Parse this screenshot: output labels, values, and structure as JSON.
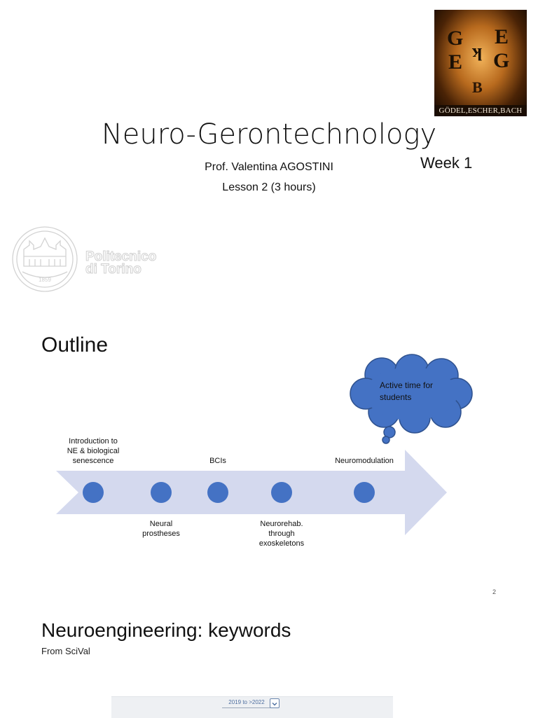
{
  "slide1": {
    "cover": {
      "glyphs": [
        "G",
        "E",
        "E",
        "G",
        "B"
      ],
      "caption": "GÖDEL,ESCHER,BACH"
    },
    "title": "Neuro-Gerontechnology",
    "professor": "Prof. Valentina AGOSTINI",
    "lesson": "Lesson 2 (3 hours)",
    "week": "Week 1",
    "logo": {
      "name_line1": "Politecnico",
      "name_line2": "di Torino",
      "year": "1859"
    }
  },
  "slide2": {
    "heading": "Outline",
    "cloud_text": "Active time for students",
    "milestones_above": [
      {
        "lines": [
          "Introduction to",
          "NE & biological",
          "senescence"
        ]
      },
      {
        "lines": [
          "BCIs"
        ]
      },
      {
        "lines": [
          "Neuromodulation"
        ]
      }
    ],
    "milestones_below": [
      {
        "lines": [
          "Neural",
          "prostheses"
        ]
      },
      {
        "lines": [
          "Neurorehab.",
          "through",
          "exoskeletons"
        ]
      }
    ],
    "page_number": "2",
    "colors": {
      "arrow": "#d4d9ee",
      "dot": "#4472c4",
      "cloud": "#4472c4",
      "cloud_stroke": "#2f528f"
    }
  },
  "slide3": {
    "heading": "Neuroengineering: keywords",
    "source": "From SciVal",
    "range_select": "2019 to >2022"
  }
}
